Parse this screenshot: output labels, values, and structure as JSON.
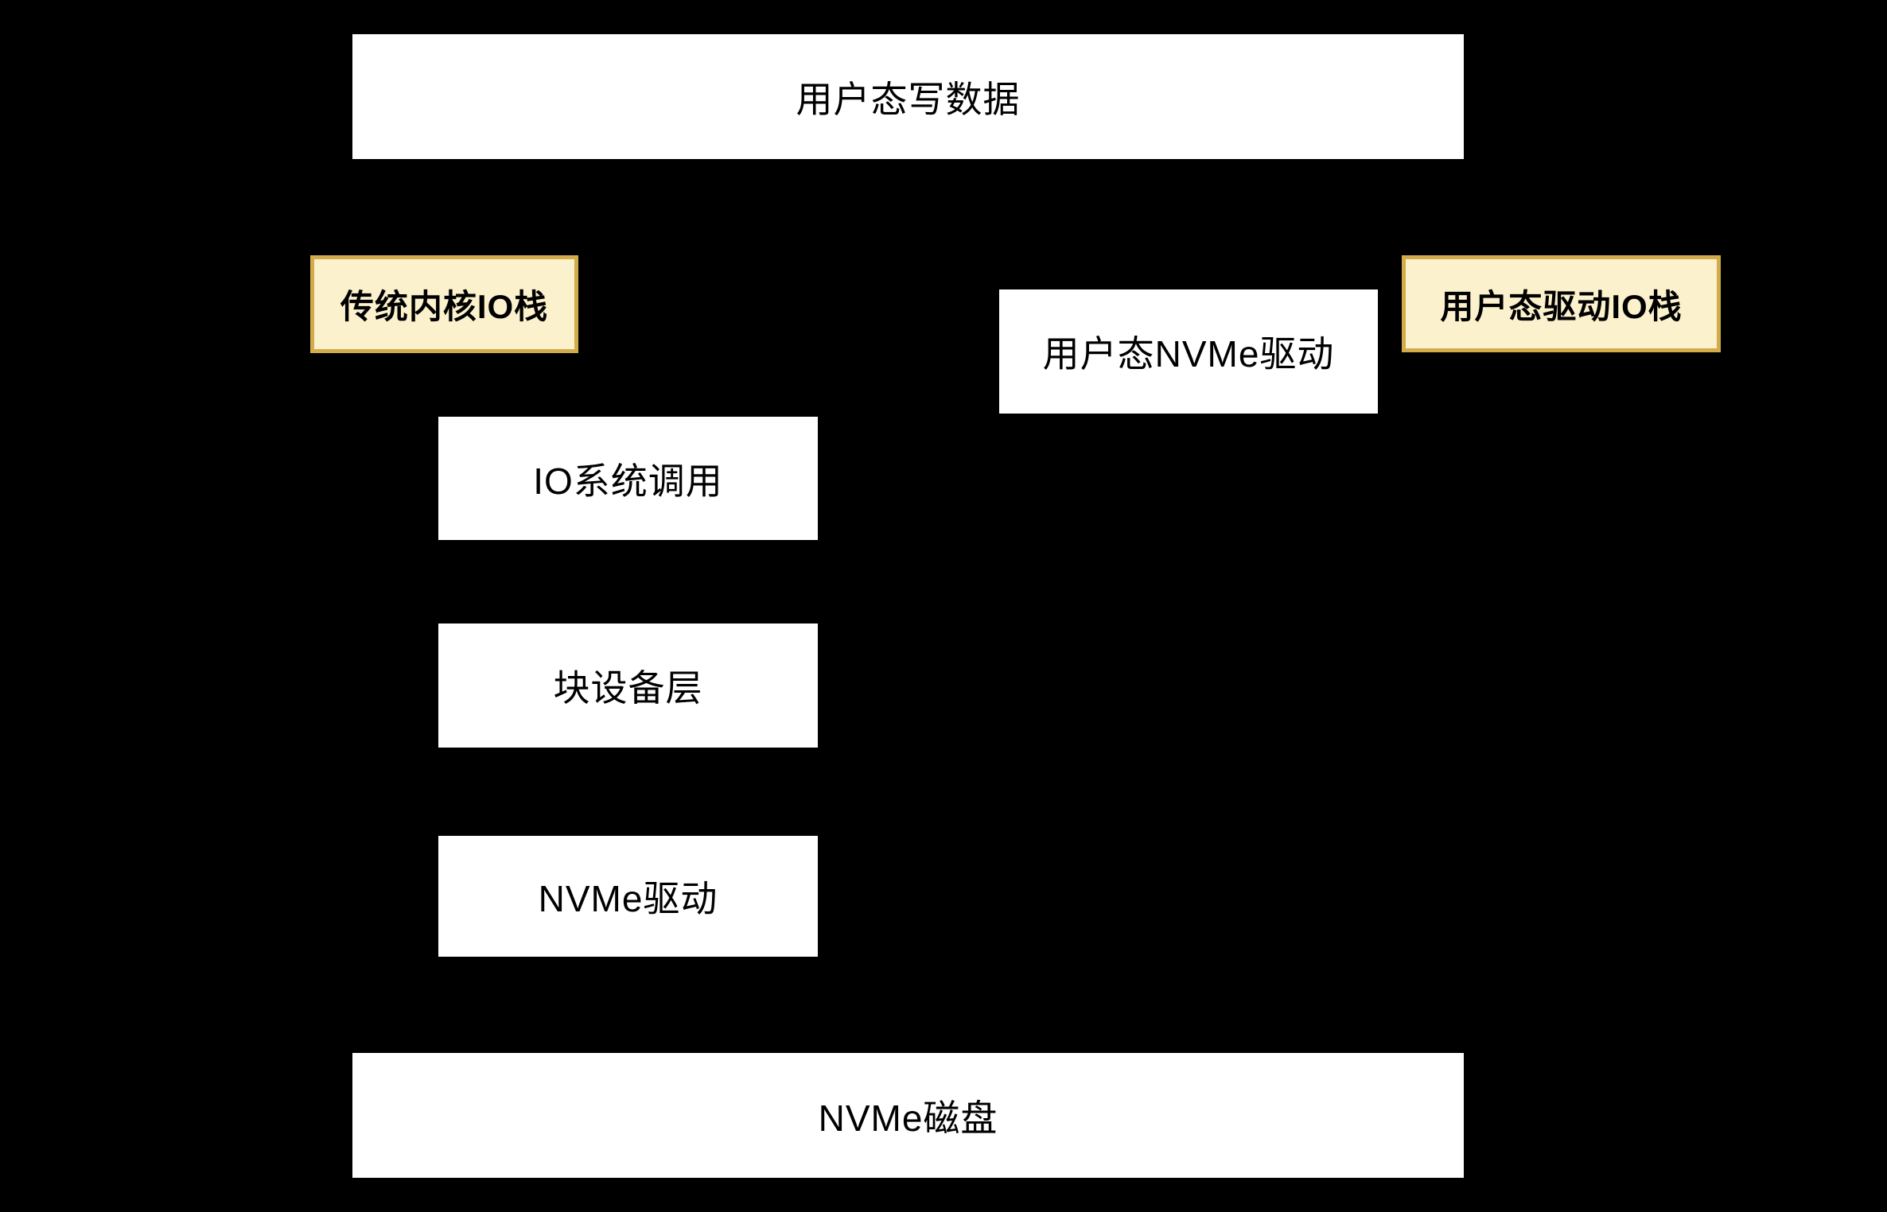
{
  "diagram": {
    "background_color": "#000000",
    "colors": {
      "box_fill": "#ffffff",
      "box_text": "#000000",
      "label_fill": "#FBF1CC",
      "label_border": "#D2AC4A"
    },
    "nodes": {
      "user_write": {
        "label": "用户态写数据"
      },
      "kernel_stack_label": {
        "label": "传统内核IO栈"
      },
      "user_stack_label": {
        "label": "用户态驱动IO栈"
      },
      "user_nvme_driver": {
        "label": "用户态NVMe驱动"
      },
      "io_syscall": {
        "label": "IO系统调用"
      },
      "block_layer": {
        "label": "块设备层"
      },
      "nvme_driver": {
        "label": "NVMe驱动"
      },
      "nvme_disk": {
        "label": "NVMe磁盘"
      }
    }
  }
}
